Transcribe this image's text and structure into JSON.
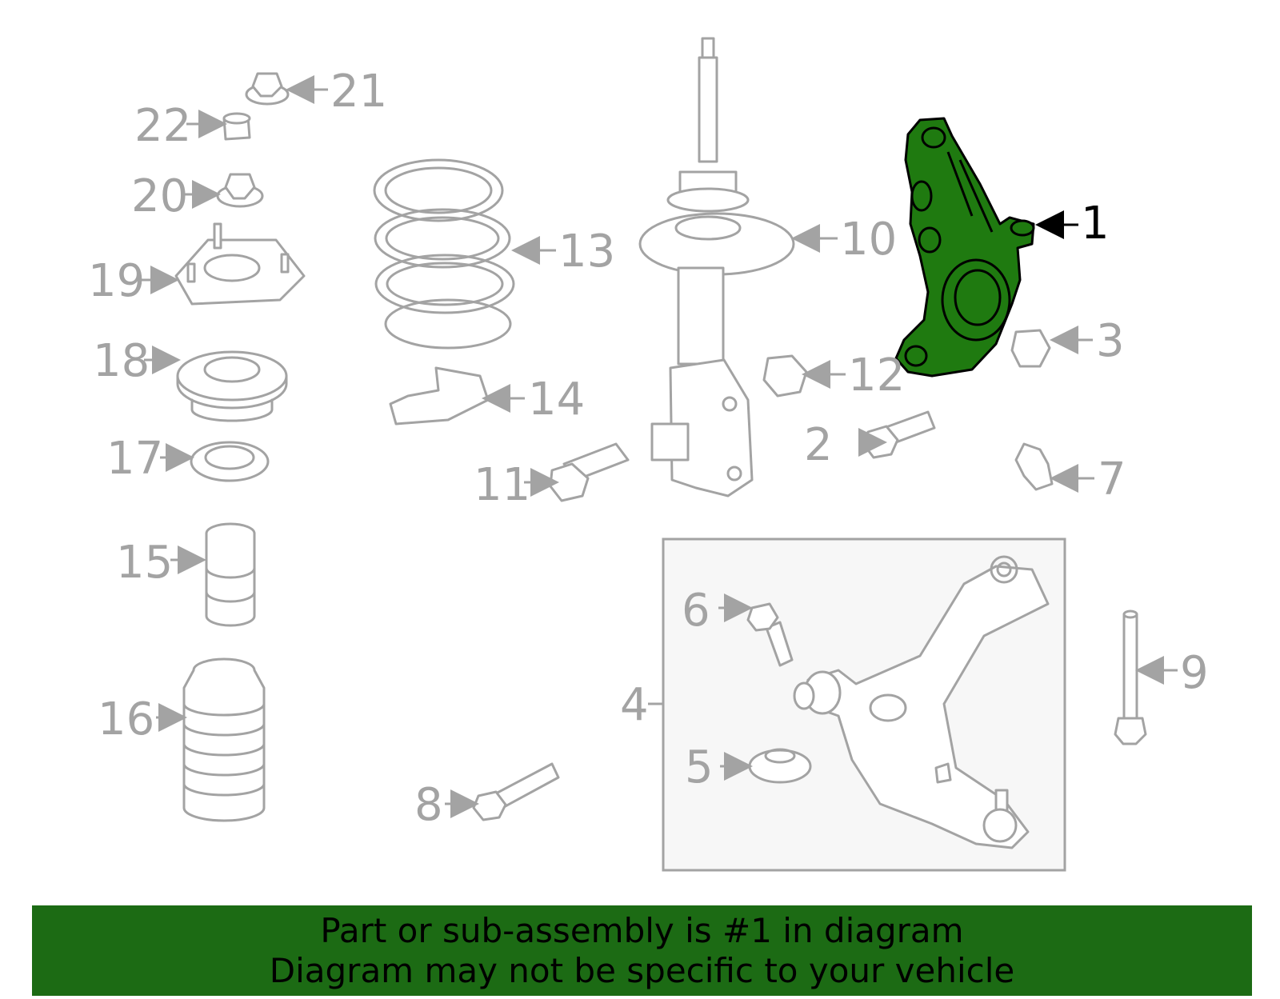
{
  "diagram": {
    "highlight_color": "#1f7a10",
    "callouts": [
      "1",
      "2",
      "3",
      "4",
      "5",
      "6",
      "7",
      "8",
      "9",
      "10",
      "11",
      "12",
      "13",
      "14",
      "15",
      "16",
      "17",
      "18",
      "19",
      "20",
      "21",
      "22"
    ],
    "highlighted_part": "1"
  },
  "banner": {
    "line1": "Part or sub-assembly is #1 in diagram",
    "line2": "Diagram may not be specific to your vehicle",
    "background": "#1c6b14"
  }
}
